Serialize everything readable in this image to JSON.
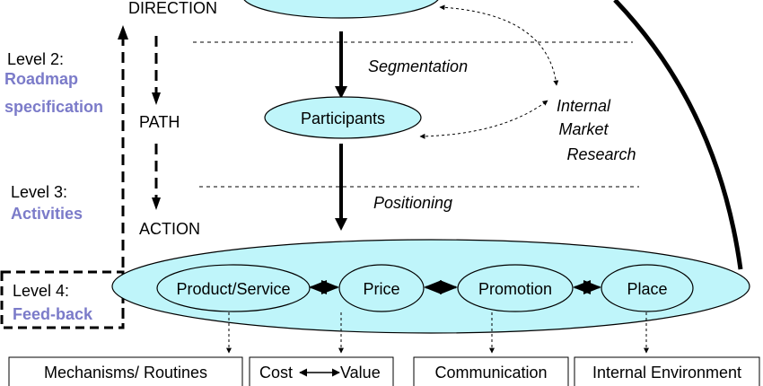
{
  "levels": [
    {
      "label": "Level 2:",
      "title": "Roadmap specification"
    },
    {
      "label": "Level 3:",
      "title": "Activities"
    },
    {
      "label": "Level 4:",
      "title": "Feed-back"
    }
  ],
  "stages": {
    "direction": "DIRECTION",
    "path": "PATH",
    "action": "ACTION"
  },
  "process": {
    "segmentation": "Segmentation",
    "positioning": "Positioning"
  },
  "research": {
    "line1": "Internal",
    "line2": "Market",
    "line3": "Research"
  },
  "nodes": {
    "participants": "Participants"
  },
  "mix": [
    "Product/Service",
    "Price",
    "Promotion",
    "Place"
  ],
  "outputs": {
    "mechanisms": "Mechanisms/ Routines",
    "cost": "Cost",
    "value": "Value",
    "communication": "Communication",
    "environment": "Internal Environment"
  },
  "colors": {
    "ellipse_fill": "#bff5fa",
    "level_text": "#7b7bc9"
  }
}
